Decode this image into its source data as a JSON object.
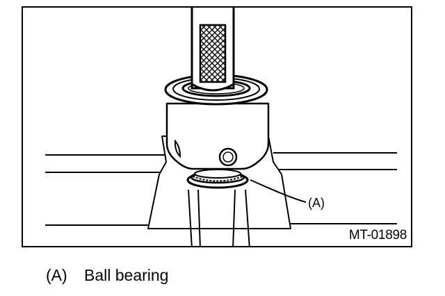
{
  "figure": {
    "callout_label": "(A)",
    "code": "MT-01898"
  },
  "legend": {
    "items": [
      {
        "key": "(A)",
        "text": "Ball bearing"
      }
    ]
  }
}
